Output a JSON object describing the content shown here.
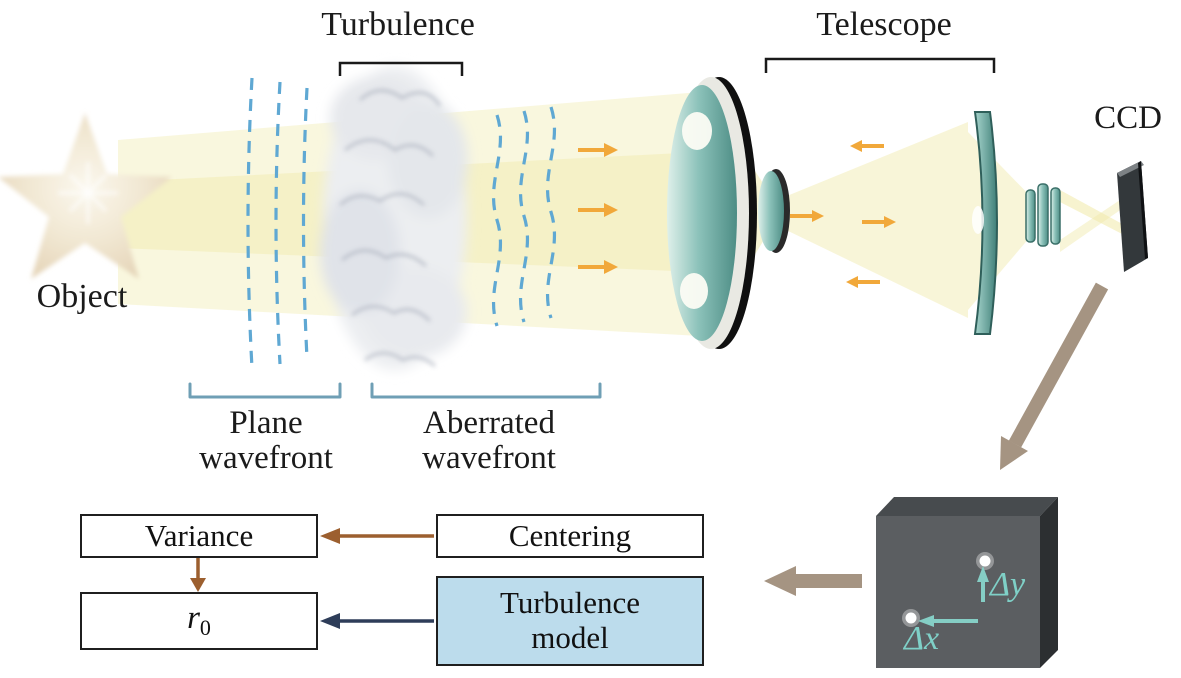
{
  "labels": {
    "object": "Object",
    "turbulence": "Turbulence",
    "telescope": "Telescope",
    "ccd": "CCD",
    "plane_wavefront": [
      "Plane",
      "wavefront"
    ],
    "aberrated_wavefront": [
      "Aberrated",
      "wavefront"
    ]
  },
  "flowchart": {
    "variance": "Variance",
    "centering": "Centering",
    "r0_symbol": "r",
    "r0_subscript": "0",
    "turbulence_model": [
      "Turbulence",
      "model"
    ]
  },
  "ccd_view": {
    "delta_y": "Δy",
    "delta_x": "Δx"
  },
  "colors": {
    "beam_yellow": "#f0e9a8",
    "wavefront_blue": "#5fa8d3",
    "optic_teal": "#6fb0a8",
    "arrow_orange": "#f1a83a",
    "big_arrow_taupe": "#a59482",
    "flow_arrow_brown": "#9c5f2f",
    "flow_arrow_navy": "#2e3d59",
    "model_box_blue": "#bcdcec",
    "delta_teal": "#85cec5",
    "ccd_image_gray": "#5b5e61"
  }
}
